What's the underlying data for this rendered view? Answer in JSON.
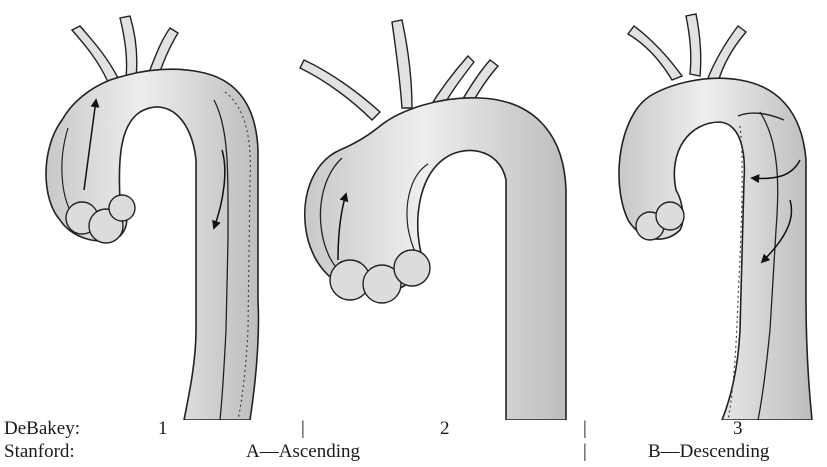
{
  "rows": {
    "debakey": {
      "label": "DeBakey:",
      "types": [
        "1",
        "2",
        "3"
      ]
    },
    "stanford": {
      "label": "Stanford:",
      "types": [
        "A—Ascending",
        "B—Descending"
      ]
    },
    "separator": "|"
  },
  "panels": [
    {
      "type": "debakey-1",
      "stanford": "A",
      "extent": "ascending and descending aorta"
    },
    {
      "type": "debakey-2",
      "stanford": "A",
      "extent": "ascending aorta only"
    },
    {
      "type": "debakey-3",
      "stanford": "B",
      "extent": "descending aorta only"
    }
  ],
  "colors": {
    "vessel_fill": "#dcdcdc",
    "vessel_shade": "#b9b9b9",
    "outline": "#222222",
    "background": "#ffffff"
  }
}
